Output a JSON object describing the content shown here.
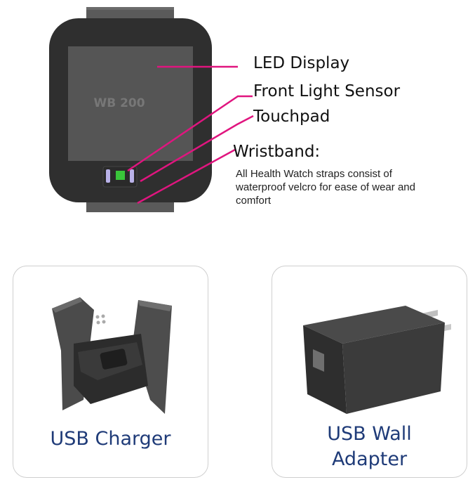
{
  "watch": {
    "screen_text": "WB 200"
  },
  "callouts": {
    "led_display": "LED Display",
    "front_light_sensor": "Front Light Sensor",
    "touchpad": "Touchpad",
    "wristband": "Wristband:",
    "wristband_desc": "All Health Watch straps consist of waterproof velcro for ease of wear and comfort"
  },
  "cards": {
    "charger_label": "USB Charger",
    "adapter_label_line1": "USB Wall",
    "adapter_label_line2": "Adapter"
  },
  "colors": {
    "leader_line": "#e0157f",
    "label_blue": "#1f3b78"
  }
}
